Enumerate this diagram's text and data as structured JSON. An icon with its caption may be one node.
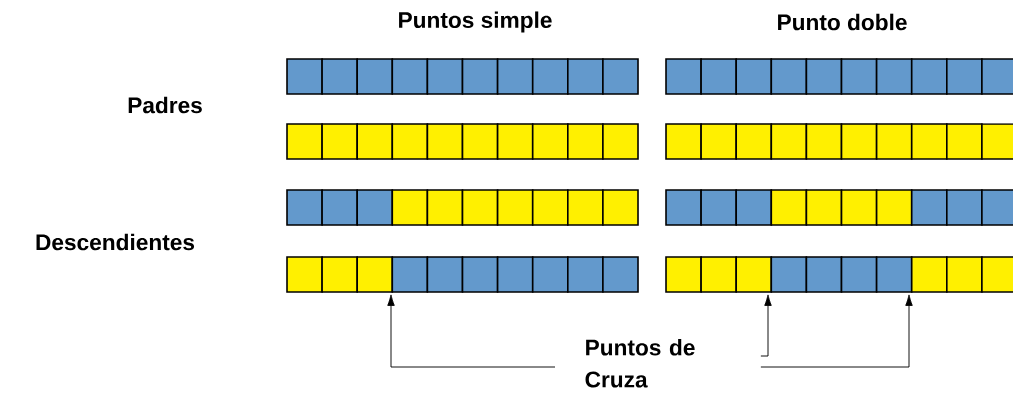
{
  "diagram": {
    "nodes": [
      {
        "text": [],
        "shape": "bar"
      },
      {
        "text": [],
        "shape": "bar"
      },
      {
        "text": [],
        "shape": "bar"
      },
      {
        "text": [],
        "shape": "bar"
      },
      {
        "text": [],
        "shape": "bar"
      },
      {
        "text": [],
        "shape": "bar"
      },
      {
        "text": [],
        "shape": "bar"
      },
      {
        "text": [],
        "shape": "bar"
      },
      {
        "text": [
          "Puntos de Cruza"
        ]
      }
    ],
    "edges": [
      {
        "from": 8,
        "to": 6,
        "arrow": "to"
      },
      {
        "from": 8,
        "to": 7,
        "arrow": "to"
      },
      {
        "from": 8,
        "to": 7,
        "arrow": "to"
      }
    ],
    "labels": [
      "Puntos simple",
      "Punto doble",
      "Padres",
      "Descendientes"
    ]
  }
}
